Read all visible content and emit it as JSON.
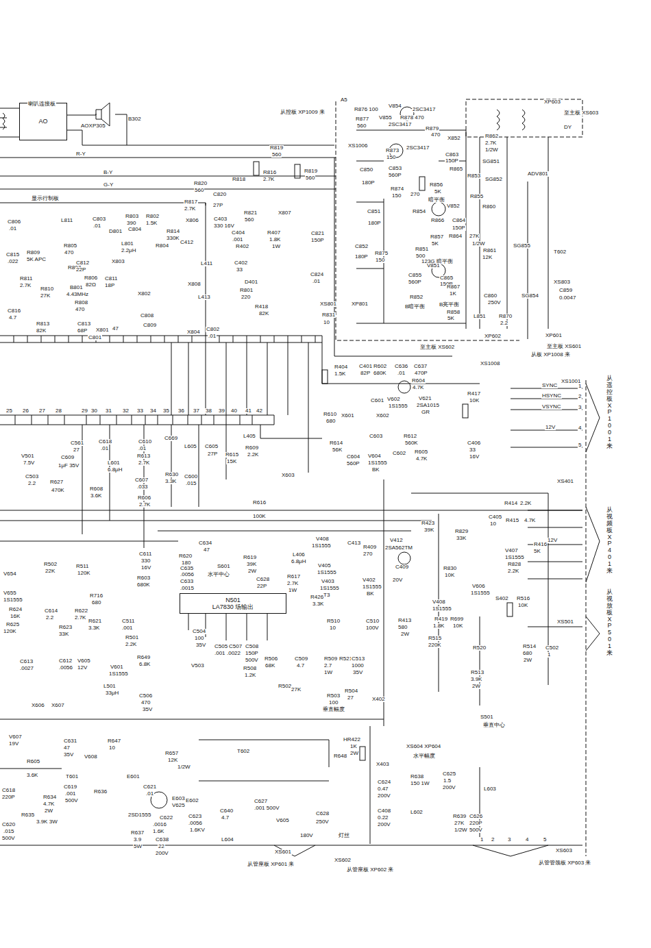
{
  "diagram": {
    "nodes": [
      {
        "text": [
          "AO"
        ]
      },
      {
        "text": [
          "N501",
          "LA7830 场输出"
        ]
      }
    ],
    "labels": [
      "喇叭连接板",
      "AOXP305",
      "B302",
      "R-Y",
      "B-Y",
      "G-Y",
      "显示行制板",
      "从控板 XP1009 来",
      "A5",
      "R876 100",
      "V854",
      "2SC3417",
      "R877",
      "560",
      "V855",
      "R878 470",
      "2SC3417",
      "R879",
      "470",
      "XS1006",
      "R873",
      "150",
      "2SC3417",
      "X852",
      "C853",
      "560P",
      "C863",
      "150P",
      "R865",
      "R874",
      "150",
      "270",
      "R856",
      "5K",
      "暗平衡",
      "V852",
      "C850",
      "180P",
      "C851",
      "180P",
      "R854",
      "R866",
      "C864",
      "150P",
      "R864",
      "27K",
      "1/2W",
      "R857",
      "5K",
      "R851",
      "500",
      "123G 暗平衡",
      "C852",
      "180P",
      "R875",
      "150",
      "C855",
      "560P",
      "V851",
      "C865",
      "150P",
      "R867",
      "1K",
      "R852",
      "B暗平衡",
      "B亮平衡",
      "R858",
      "5K",
      "XP801",
      "XS801",
      "R831",
      "10",
      "XP603",
      "至主板 XS603",
      "DY",
      "R862",
      "2.7K",
      "1/2W",
      "SG851",
      "SG852",
      "ADV801",
      "R853",
      "R855",
      "R860",
      "R861",
      "12K",
      "T602",
      "SG855",
      "XS803",
      "C859",
      "0.0047",
      "C860",
      "250V",
      "SG854",
      "L851",
      "R870",
      "2.2",
      "XP602",
      "XP601",
      "至主板 XS602",
      "至主板 XS601",
      "从板 XP1008 来",
      "XS1008",
      "C806",
      ".01",
      "L811",
      "C803",
      ".01",
      "R803",
      "390",
      "R802",
      "1.5K",
      "C804",
      "D801",
      "R805",
      "470",
      "R809",
      "5K APC",
      "C815",
      ".022",
      "L801",
      "2.2μH",
      "R804",
      "R811",
      "2.7K",
      "R810",
      "27K",
      "R807",
      "R806",
      "82Ω",
      "C812",
      "22P",
      "X803",
      "C811",
      "18P",
      "B801",
      "4.43MHz",
      "X802",
      "R808",
      "470",
      "C816",
      "4.7",
      "R813",
      "82K",
      "C813",
      "68P",
      "C801",
      "47",
      "X801",
      "C808",
      "C809",
      "R819",
      "560",
      "R816",
      "2.7K",
      "R819",
      "560",
      "R820",
      "560",
      "R818",
      "R817",
      "2.7K",
      "C820",
      "27P",
      "C403",
      "330 16V",
      "R821",
      "560",
      "X807",
      "X806",
      "R814",
      "330K",
      "C412",
      "C404",
      ".001",
      "R407",
      "1.8K",
      "1W",
      "C821",
      "150P",
      "R402",
      "C402",
      "33",
      "D401",
      "L411",
      "C824",
      ".01",
      "X808",
      "R801",
      "220",
      "R418",
      "82K",
      "L413",
      "X804",
      "C802",
      ".01",
      "R404",
      "1.5K",
      "C401",
      "82P",
      "R602",
      "680K",
      "C636",
      ".01",
      "C637",
      "470P",
      "R604",
      "4.7K",
      "V621",
      "2SA1015",
      "GR",
      "C601",
      "V602",
      "1S1555",
      "R417",
      "10K",
      "R610",
      "680",
      "X601",
      "X602",
      "C603",
      "R612",
      "560K",
      "R614",
      "56K",
      "C604",
      "560P",
      "V604",
      "1S1555",
      "BK",
      "C602",
      "R605",
      "4.7K",
      "C406",
      "33",
      "16V",
      "25",
      "26",
      "27",
      "28",
      "29",
      "30",
      "31",
      "32",
      "33",
      "34",
      "35",
      "36",
      "37",
      "38",
      "39",
      "40",
      "41",
      "42",
      "C561",
      "27",
      "C618",
      ".01",
      "C610",
      ".01",
      "C669",
      "L605",
      "C605",
      "27P",
      "R615",
      "15K",
      "R609",
      "2.2K",
      "L405",
      "R613",
      "2.7K",
      "L601",
      "6.8μH",
      "C609",
      "1μF 35V",
      "V501",
      "7.5V",
      "C503",
      "2.2",
      "R627",
      "470K",
      "C607",
      ".033",
      "R630",
      "3.3K",
      "C600",
      ".015",
      "R608",
      "3.6K",
      "R606",
      "2.7K",
      "X603",
      "R616",
      "100K",
      "C634",
      "47",
      "R620",
      "180",
      "C635",
      ".0056",
      "S601",
      "水平中心",
      "C633",
      ".0015",
      "R619",
      "39K",
      "2W",
      "C628",
      "22P",
      "C611",
      "330",
      "16V",
      "R603",
      "680K",
      "R502",
      "22K",
      "R511",
      "120K",
      "V654",
      "V655",
      "1S1555",
      "R716",
      "680",
      "C511",
      ".001",
      "R501",
      "2.2K",
      "C614",
      "2.2",
      "R622",
      "2.7K",
      "R623",
      "33K",
      "R621",
      "3.3K",
      "R624",
      "16K",
      "R625",
      "120K",
      "C613",
      ".0027",
      "C612",
      ".0056",
      "V605",
      "12V",
      "R649",
      "6.8K",
      "V601",
      "1S1555",
      "L501",
      "33μH",
      "C506",
      "470",
      "35V",
      "C504",
      "100",
      "35V",
      "V503",
      "C505",
      ".001",
      "C507",
      ".0022",
      "C508",
      "150P",
      "500V",
      "R508",
      "1.2K",
      "R506",
      "68K",
      "R502",
      "27K",
      "C509",
      "4.7",
      "R509",
      "2.7",
      "1W",
      "R521",
      "C513",
      "1000",
      "35V",
      "R503",
      "100",
      "垂直幅度",
      "R504",
      "27",
      "X402",
      "L406",
      "6.8μH",
      "V408",
      "1S1555",
      "V405",
      "1S1555",
      "R617",
      "2.7K",
      "1W",
      "C413",
      "R409",
      "270",
      "V412",
      "2SA562TM",
      "C409",
      "20V",
      "V403",
      "1S1555",
      "T3",
      "V402",
      "1S1555",
      "BK",
      "R426",
      "3.3K",
      "R510",
      "10",
      "C510",
      "100V",
      "R413",
      "580",
      "2W",
      "R423",
      "39K",
      "R829",
      "33K",
      "R414",
      "2.2K",
      "C405",
      "10",
      "R415",
      "4.7K",
      "V407",
      "1S1555",
      "R416",
      "5K",
      "R830",
      "10K",
      "V606",
      "1S1555",
      "R828",
      "2.2K",
      "S402",
      "R516",
      "10K",
      "V408",
      "1S1555",
      "R419",
      "1.8K",
      "R699",
      "10K",
      "R515",
      "220K",
      "R520",
      "R514",
      "680",
      "2W",
      "C502",
      "1",
      "R513",
      "3.9K",
      "2W",
      "S501",
      "垂直中心",
      "XS1001",
      "SYNC",
      "HSYNC",
      "VSYNC",
      "12V",
      "XS401",
      "12V",
      "XS501",
      "1",
      "2",
      "3",
      "4",
      "5",
      "从遥控板XP1001来",
      "从视频板XP401来",
      "从视放板XP501来",
      "X606",
      "X607",
      "V607",
      "19V",
      "R605",
      "3.6K",
      "C631",
      "47",
      "35V",
      "V608",
      "R647",
      "10",
      "R657",
      "12K",
      "1/2W",
      "T602",
      "R648",
      "T601",
      "C619",
      ".001",
      "500V",
      "C618",
      "220P",
      "R634",
      "4.7K",
      "2W",
      "R635",
      "3.9K 3W",
      "C620",
      ".015",
      "500V",
      "R636",
      "E601",
      "C621",
      ".01",
      "E603",
      "V625",
      "2SD1555",
      "C622",
      ".0016",
      "1.6K",
      "E602",
      "C623",
      ".0056",
      "1.6KV",
      "R637",
      "3.9",
      "5W",
      "C638",
      "22",
      "200V",
      "L604",
      "C640",
      "4.7",
      "C627",
      ".001 500V",
      "V605",
      "C628",
      "250V",
      "C408",
      "0.22",
      "200V",
      "C624",
      "0.47",
      "200V",
      "HR422",
      "1K",
      "2W",
      "X403",
      "XS604 XP604",
      "水平幅度",
      "R638",
      "150 1W",
      "C625",
      "1.5",
      "200V",
      "L602",
      "L603",
      "R639",
      "27K",
      "1/2W",
      "C626",
      "220P",
      "500V",
      "180V",
      "灯丝",
      "XS601",
      "XS602",
      "XS603",
      "从管座板 XP601 来",
      "从管座板 XP602 来",
      "从管管颈板 XP603 来",
      "1",
      "2",
      "3",
      "4",
      "5"
    ]
  }
}
